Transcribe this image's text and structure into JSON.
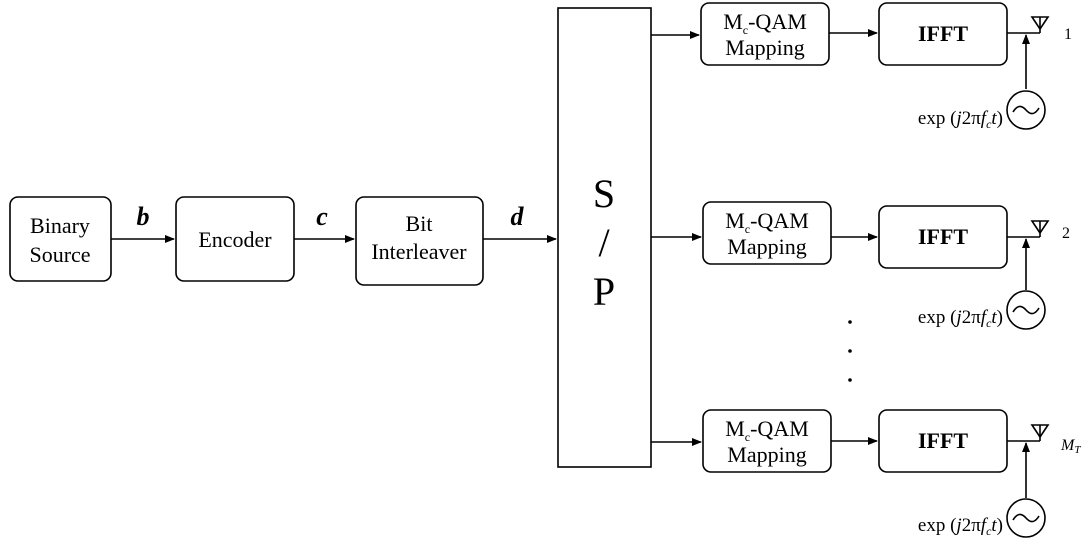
{
  "blocks": {
    "binary_source": [
      "Binary",
      "Source"
    ],
    "encoder": "Encoder",
    "bit_interleaver": [
      "Bit",
      "Interleaver"
    ],
    "sp": [
      "S",
      "/",
      "P"
    ],
    "qam_mapping": {
      "m": "M",
      "sub": "c",
      "rest": "-QAM",
      "line2": "Mapping"
    },
    "ifft": "IFFT"
  },
  "signals": {
    "b": "b",
    "c": "c",
    "d": "d"
  },
  "antennas": [
    {
      "label": "1",
      "label_sub": ""
    },
    {
      "label": "2",
      "label_sub": ""
    },
    {
      "label": "M",
      "label_sub": "T"
    }
  ],
  "oscillator": {
    "exp": "exp",
    "j": "j",
    "two_pi": "2π",
    "f": "f",
    "f_sub": "c",
    "t": "t",
    "symbol": "~"
  },
  "ellipsis": ".  .  ."
}
